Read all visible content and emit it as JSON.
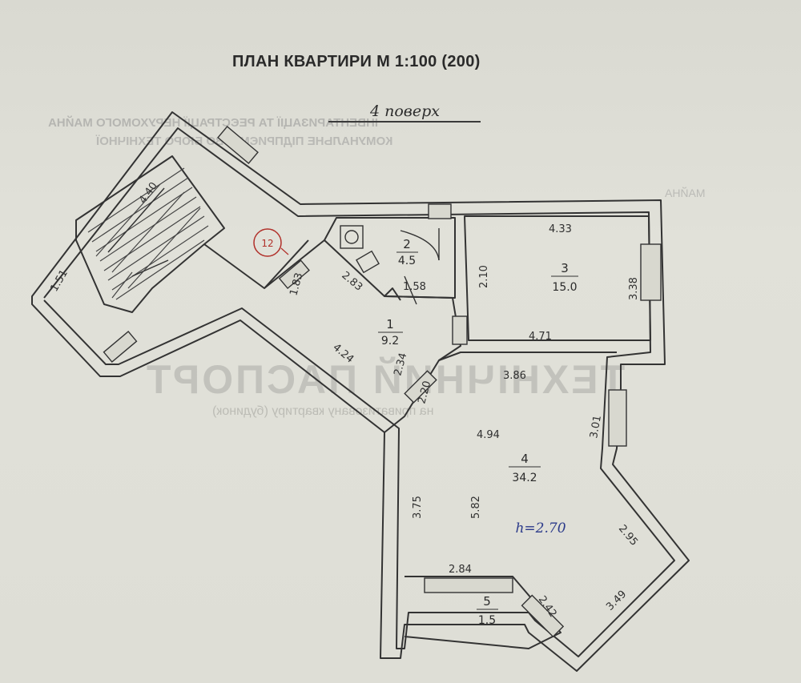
{
  "title": "ПЛАН КВАРТИРИ М 1:100 (200)",
  "floor": "4 поверх",
  "stamp": {
    "mark": "12"
  },
  "background_text": {
    "big": "ТЕХНІЧНИЙ ПАСПОРТ",
    "sub": "на приватизовану квартиру (будинок)",
    "line1": "ІНВЕНТАРИЗАЦІЇ ТА РЕЄСТРАЦІЇ НЕРУХОМОГО МАЙНА",
    "line2": "КОМУНАЛЬНЕ ПІДПРИЄМСТВО БЮРО ТЕХНІЧНОЇ",
    "right": "МАЙНА"
  },
  "height_note": "h=2.70",
  "rooms": [
    {
      "number": "1",
      "area": "9.2"
    },
    {
      "number": "2",
      "area": "4.5"
    },
    {
      "number": "3",
      "area": "15.0"
    },
    {
      "number": "4",
      "area": "34.2"
    },
    {
      "number": "5",
      "area": "1.5"
    }
  ],
  "dimensions": {
    "stair_diag": "4.40",
    "stair_side": "1.51",
    "hall_183": "1.83",
    "hall_283": "2.83",
    "bath_158": "1.58",
    "hall_424": "4.24",
    "hall_234": "2.34",
    "hall_220": "2.20",
    "r3_top": "4.33",
    "r3_left": "2.10",
    "r3_right": "3.38",
    "r3_bottom": "4.71",
    "r4_top": "3.86",
    "r4_right_top": "3.01",
    "r4_inner": "4.94",
    "r4_left": "3.75",
    "r4_mid": "5.82",
    "r4_right_diag": "2.95",
    "r4_bottom_diag": "3.49",
    "r4_bottom": "2.84",
    "r5_diag": "2.42"
  },
  "colors": {
    "paper": "#deded6",
    "ink": "#2a2a2a",
    "blue_ink": "#2b3a8a",
    "red_mark": "#b1302a"
  }
}
